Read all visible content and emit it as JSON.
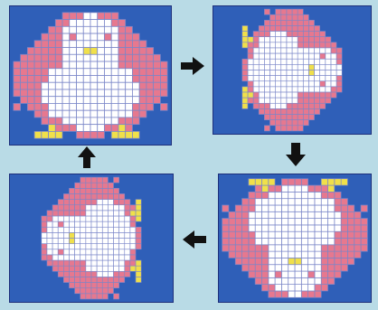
{
  "colors": {
    "page_background": "#b9dbe6",
    "panel_background": "#2f5fb8",
    "body_pink": "#e6788f",
    "belly_white": "#ffffff",
    "beak_feet_yellow": "#f0e04a",
    "grid_line": "#7a86c8",
    "arrow": "#111111"
  },
  "panels": [
    {
      "name": "penguin-panel-upright",
      "rotation_deg": 0
    },
    {
      "name": "penguin-panel-rotated-cw",
      "rotation_deg": 90
    },
    {
      "name": "penguin-panel-upside-down",
      "rotation_deg": 180
    },
    {
      "name": "penguin-panel-rotated-ccw",
      "rotation_deg": 270
    }
  ],
  "arrows": [
    {
      "name": "arrow-right-icon",
      "direction": "right"
    },
    {
      "name": "arrow-down-icon",
      "direction": "down"
    },
    {
      "name": "arrow-left-icon",
      "direction": "left"
    },
    {
      "name": "arrow-up-icon",
      "direction": "up"
    }
  ]
}
